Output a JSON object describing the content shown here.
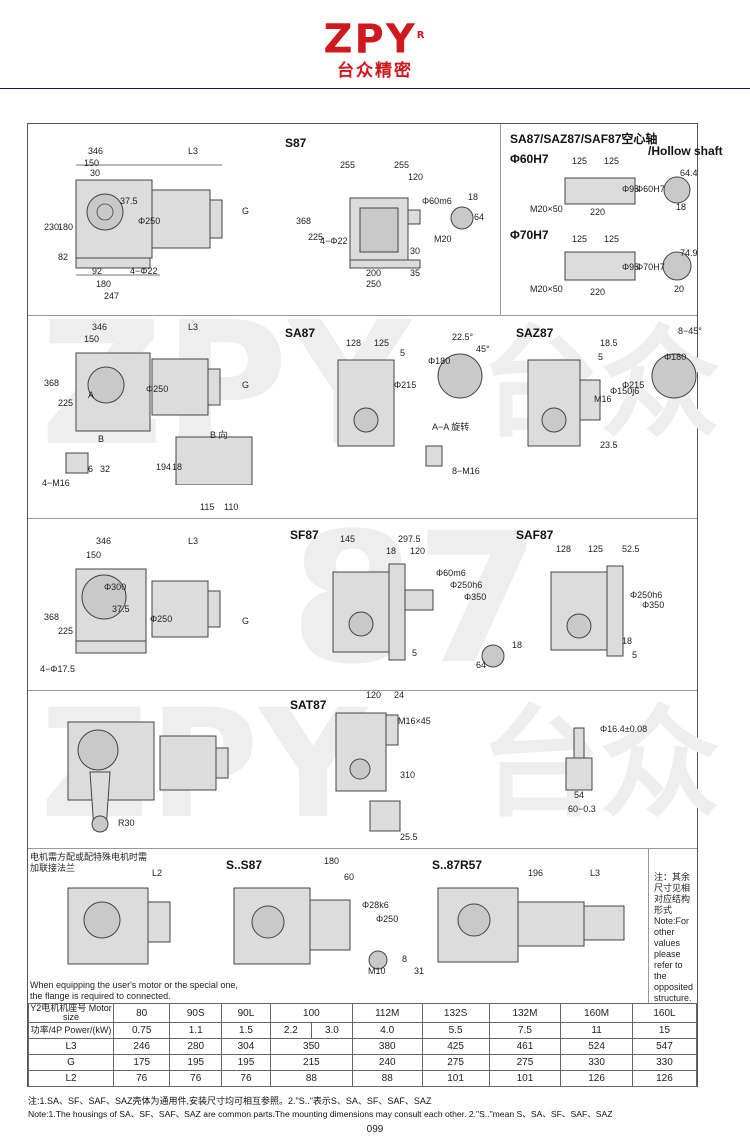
{
  "header": {
    "brand": "ZPY",
    "registered": "R",
    "brand_cn": "台众精密"
  },
  "watermark": {
    "w1": "ZPY",
    "w2": "台众",
    "w3": "87"
  },
  "sec1": {
    "left_dims": {
      "d346": "346",
      "dL3": "L3",
      "d150": "150",
      "d30": "30",
      "d375": "37.5",
      "d250": "Φ250",
      "d230": "230",
      "d180": "180",
      "d82": "82",
      "d92": "92",
      "d22": "4−Φ22",
      "d180b": "180",
      "d247": "247",
      "dG": "G"
    },
    "s87": {
      "title": "S87",
      "d255a": "255",
      "d255b": "255",
      "d120": "120",
      "d60": "Φ60m6",
      "d368": "368",
      "d225": "225",
      "d22": "4−Φ22",
      "d30": "30",
      "d200": "200",
      "d250": "250",
      "d35": "35",
      "dM20": "M20",
      "d18": "18",
      "d64": "64"
    },
    "hollow": {
      "title": "SA87/SAZ87/SAF87空心轴",
      "title_en": "/Hollow shaft",
      "h60": "Φ60H7",
      "h70": "Φ70H7",
      "d125a": "125",
      "d125b": "125",
      "d220": "220",
      "m20": "M20×50",
      "d95": "Φ95",
      "d60h7": "Φ60H7",
      "d70h7": "Φ70H7",
      "d644": "64.4",
      "d749": "74.9",
      "d18": "18",
      "d20": "20"
    }
  },
  "sec2": {
    "left_dims": {
      "d346": "346",
      "dL3": "L3",
      "d150": "150",
      "d368": "368",
      "d225": "225",
      "dA": "A",
      "dB": "B",
      "d250": "Φ250",
      "dG": "G",
      "m16": "4−M16",
      "d6": "6",
      "d32": "32",
      "d194": "194",
      "d18": "18",
      "d115": "115",
      "d110": "110",
      "bview": "B 向"
    },
    "sa87": {
      "title": "SA87",
      "d128": "128",
      "d125": "125",
      "d5": "5",
      "d215": "Φ215",
      "d180": "Φ180",
      "d225": "22.5°",
      "d45": "45°",
      "aa": "A−A 旋转",
      "d8m": "8−M16"
    },
    "saz87": {
      "title": "SAZ87",
      "d185": "18.5",
      "d5": "5",
      "d150": "Φ150j6",
      "d215": "Φ215",
      "m16": "M16",
      "d235": "23.5",
      "d180": "Φ180",
      "d8": "8−45°"
    }
  },
  "sec3": {
    "left_dims": {
      "d346": "346",
      "dL3": "L3",
      "d150": "150",
      "d368": "368",
      "d225": "225",
      "d300": "Φ300",
      "d375": "37.5",
      "d250": "Φ250",
      "dG": "G",
      "d175": "4−Φ17.5"
    },
    "sf87": {
      "title": "SF87",
      "d145": "145",
      "d2975": "297.5",
      "d18": "18",
      "d120": "120",
      "d60": "Φ60m6",
      "d250": "Φ250h6",
      "d350": "Φ350",
      "d5": "5",
      "d64": "64",
      "d18b": "18"
    },
    "saf87": {
      "title": "SAF87",
      "d128": "128",
      "d125": "125",
      "d525": "52.5",
      "d250": "Φ250h6",
      "d350": "Φ350",
      "d18": "18",
      "d5": "5"
    }
  },
  "sec4": {
    "r30": "R30",
    "sat87": {
      "title": "SAT87",
      "d120": "120",
      "d24": "24",
      "m16": "M16×45",
      "d310": "310",
      "d255": "25.5"
    },
    "tq": {
      "d164": "Φ16.4±0.08",
      "d54": "54",
      "d60": "60−0.3"
    }
  },
  "sec5": {
    "flange_cn": "电机需方配或配特殊电机时需加联接法兰",
    "flange_l2": "L2",
    "flange_en": "When equipping the user's motor or the special one, the flange is required to connected.",
    "s87": {
      "title": "S..S87",
      "d180": "180",
      "d60": "60",
      "d28": "Φ28k6",
      "d250": "Φ250",
      "m10": "M10",
      "d8": "8",
      "d31": "31"
    },
    "r57": {
      "title": "S..87R57",
      "d196": "196",
      "dL3": "L3"
    },
    "side_note": "注：其余尺寸见相对应结构形式",
    "side_note_en": "Note:For other values please refer to the opposited structure."
  },
  "table": {
    "h1": "Y2电机机座号 Motor size",
    "h2": "功率/4P Power/(kW)",
    "sizes": [
      "80",
      "90S",
      "90L",
      "100",
      "112M",
      "132S",
      "132M",
      "160M",
      "160L"
    ],
    "powers": [
      "0.75",
      "1.1",
      "1.5",
      "2.2",
      "3.0",
      "4.0",
      "5.5",
      "7.5",
      "11",
      "15"
    ],
    "rows": [
      {
        "label": "L3",
        "values": [
          "246",
          "280",
          "304",
          "350",
          "380",
          "425",
          "461",
          "524",
          "547"
        ]
      },
      {
        "label": "G",
        "values": [
          "175",
          "195",
          "195",
          "215",
          "240",
          "275",
          "275",
          "330",
          "330"
        ]
      },
      {
        "label": "L2",
        "values": [
          "76",
          "76",
          "76",
          "88",
          "88",
          "101",
          "101",
          "126",
          "126"
        ]
      }
    ]
  },
  "notes": {
    "cn": "注:1.SA、SF、SAF、SAZ壳体为通用件,安装尺寸均可相互参照。2.\"S..\"表示S、SA、SF、SAF、SAZ",
    "en": "Note:1.The housings of SA、SF、SAF、SAZ are common parts.The mounting dimensions may consult each other. 2.\"S..\"mean S、SA、SF、SAF、SAZ"
  },
  "page": "099"
}
